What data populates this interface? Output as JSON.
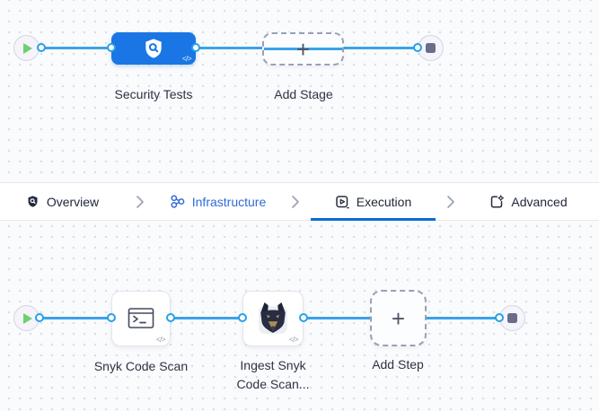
{
  "glyphs": {
    "code": "</>",
    "plus": "+"
  },
  "pipeline_top": {
    "stage_label": "Security Tests",
    "add_label": "Add Stage"
  },
  "tabs": [
    {
      "label": "Overview",
      "icon": "shield-icon",
      "active": false
    },
    {
      "label": "Infrastructure",
      "icon": "infrastructure-nodes-icon",
      "active": false
    },
    {
      "label": "Execution",
      "icon": "execution-play-icon",
      "active": true
    },
    {
      "label": "Advanced",
      "icon": "advanced-gear-file-icon",
      "active": false
    }
  ],
  "pipeline_bottom": {
    "step1_label": "Snyk Code Scan",
    "step2_label": "Ingest Snyk Code Scan...",
    "add_label": "Add Step"
  },
  "colors": {
    "stage_node_blue": "#1a76e4",
    "edge_blue": "#3aa3e9",
    "active_tab_underline": "#0b6dd2",
    "infrastructure_text_blue": "#2f6bd8",
    "play_green": "#6ecf71",
    "stop_gray": "#696d89",
    "canvas_bg": "#fafbfd"
  }
}
